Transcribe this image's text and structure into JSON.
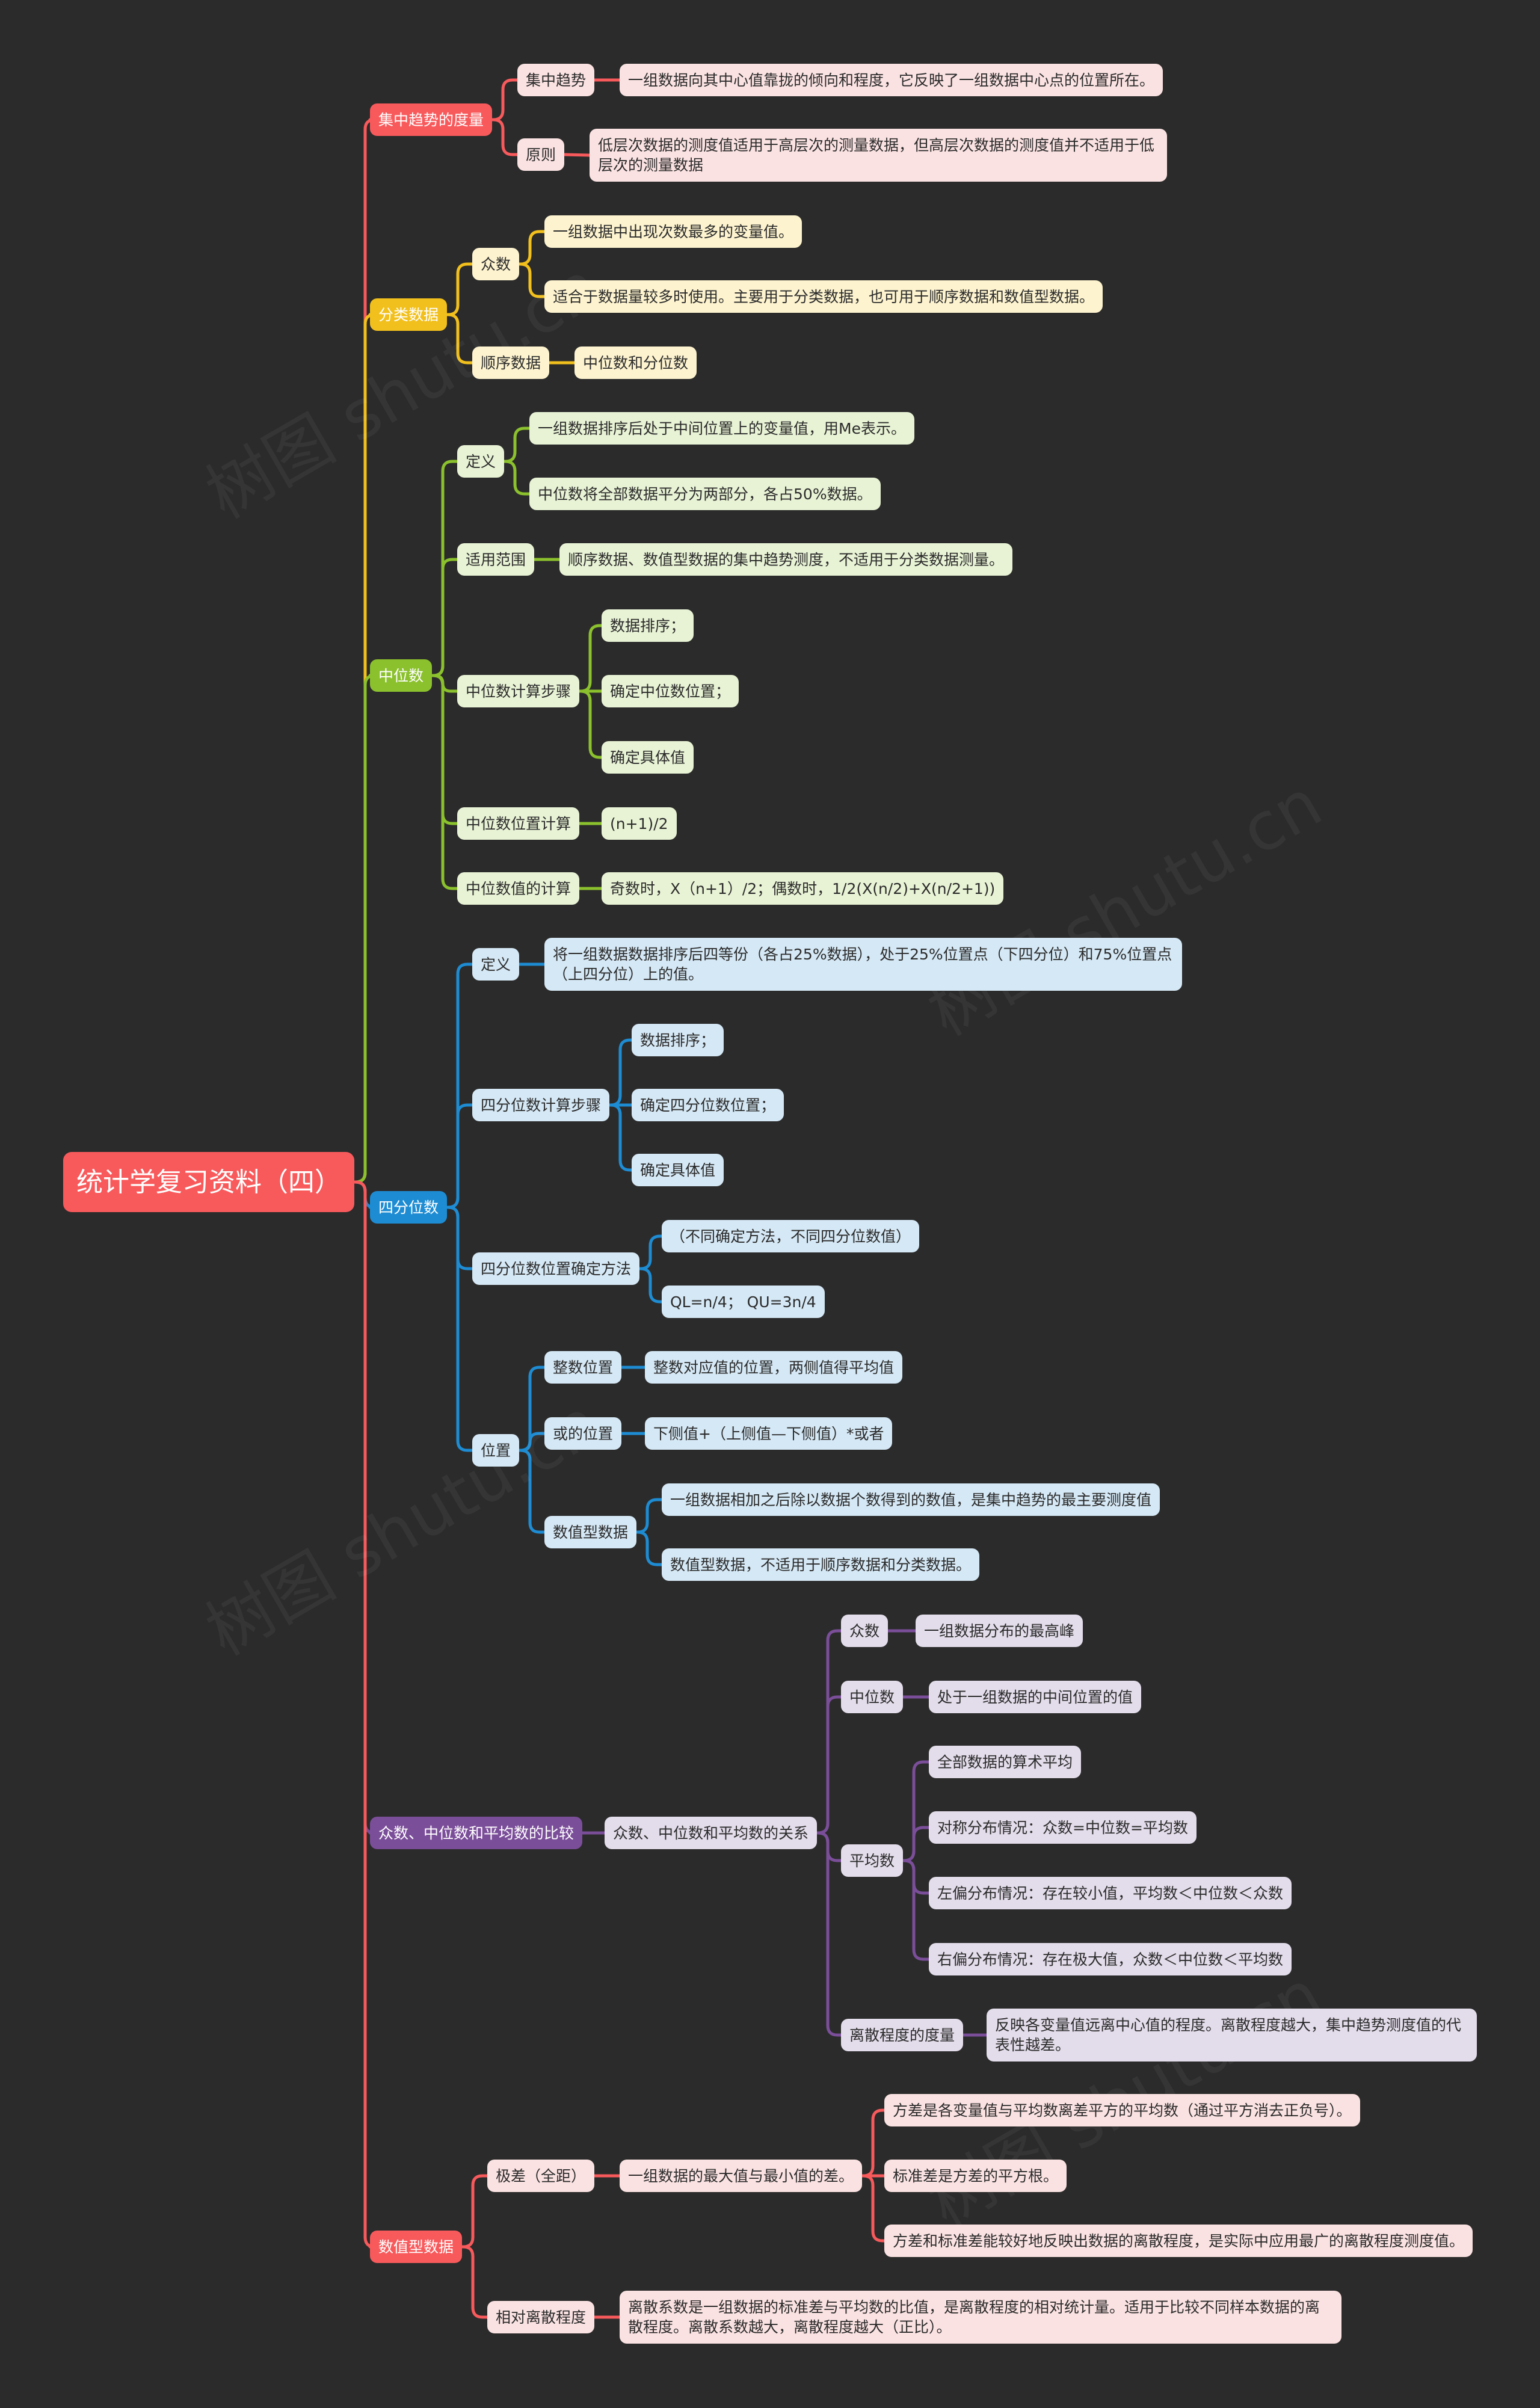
{
  "root": "统计学复习资料（四）",
  "watermark": "树图 shutu.cn",
  "colors": {
    "red": "#f85a5c",
    "yellow": "#f2c01c",
    "green": "#8bc12d",
    "blue": "#1e8cd3",
    "purple": "#7b4e99",
    "background": "#2b2b2b"
  },
  "branches": {
    "jizhong": {
      "label": "集中趋势的度量",
      "trend_label": "集中趋势",
      "trend_text": "一组数据向其中心值靠拢的倾向和程度，它反映了一组数据中心点的位置所在。",
      "principle_label": "原则",
      "principle_text": "低层次数据的测度值适用于高层次的测量数据，但高层次数据的测度值并不适用于低层次的测量数据"
    },
    "fenlei": {
      "label": "分类数据",
      "mode_label": "众数",
      "mode_def": "一组数据中出现次数最多的变量值。",
      "mode_use": "适合于数据量较多时使用。主要用于分类数据，也可用于顺序数据和数值型数据。",
      "order_label": "顺序数据",
      "order_text": "中位数和分位数"
    },
    "zhongwei": {
      "label": "中位数",
      "def_label": "定义",
      "def_1": "一组数据排序后处于中间位置上的变量值，用Me表示。",
      "def_2": "中位数将全部数据平分为两部分，各占50%数据。",
      "scope_label": "适用范围",
      "scope_text": "顺序数据、数值型数据的集中趋势测度，不适用于分类数据测量。",
      "steps_label": "中位数计算步骤",
      "step_1": "数据排序；",
      "step_2": "确定中位数位置；",
      "step_3": "确定具体值",
      "pos_label": "中位数位置计算",
      "pos_text": "(n+1)/2",
      "val_label": "中位数值的计算",
      "val_text": "奇数时，X（n+1）/2；偶数时，1/2(X(n/2)+X(n/2+1))"
    },
    "sifen": {
      "label": "四分位数",
      "def_label": "定义",
      "def_text": "将一组数据数据排序后四等份（各占25%数据），处于25%位置点（下四分位）和75%位置点（上四分位）上的值。",
      "steps_label": "四分位数计算步骤",
      "step_1": "数据排序；",
      "step_2": "确定四分位数位置；",
      "step_3": "确定具体值",
      "posdet_label": "四分位数位置确定方法",
      "posdet_1": "（不同确定方法，不同四分位数值）",
      "posdet_2": "QL=n/4； QU=3n/4",
      "loc_label": "位置",
      "int_label": "整数位置",
      "int_text": "整数对应值的位置，两侧值得平均值",
      "or_label": "或的位置",
      "or_text": "下侧值+（上侧值—下侧值）*或者",
      "num_label": "数值型数据",
      "num_1": "一组数据相加之后除以数据个数得到的数值，是集中趋势的最主要测度值",
      "num_2": "数值型数据，不适用于顺序数据和分类数据。"
    },
    "bijiao": {
      "label": "众数、中位数和平均数的比较",
      "rel_label": "众数、中位数和平均数的关系",
      "mode_label": "众数",
      "mode_text": "一组数据分布的最高峰",
      "median_label": "中位数",
      "median_text": "处于一组数据的中间位置的值",
      "mean_label": "平均数",
      "mean_1": "全部数据的算术平均",
      "mean_2": "对称分布情况：众数=中位数=平均数",
      "mean_3": "左偏分布情况：存在较小值，平均数＜中位数＜众数",
      "mean_4": "右偏分布情况：存在极大值，众数＜中位数＜平均数",
      "disp_label": "离散程度的度量",
      "disp_text": "反映各变量值远离中心值的程度。离散程度越大，集中趋势测度值的代表性越差。"
    },
    "shuzhi": {
      "label": "数值型数据",
      "range_label": "极差（全距）",
      "range_text": "一组数据的最大值与最小值的差。",
      "var_1": "方差是各变量值与平均数离差平方的平均数（通过平方消去正负号）。",
      "var_2": "标准差是方差的平方根。",
      "var_3": "方差和标准差能较好地反映出数据的离散程度，是实际中应用最广的离散程度测度值。",
      "rel_label": "相对离散程度",
      "rel_text": "离散系数是一组数据的标准差与平均数的比值，是离散程度的相对统计量。适用于比较不同样本数据的离散程度。离散系数越大，离散程度越大（正比）。"
    }
  }
}
